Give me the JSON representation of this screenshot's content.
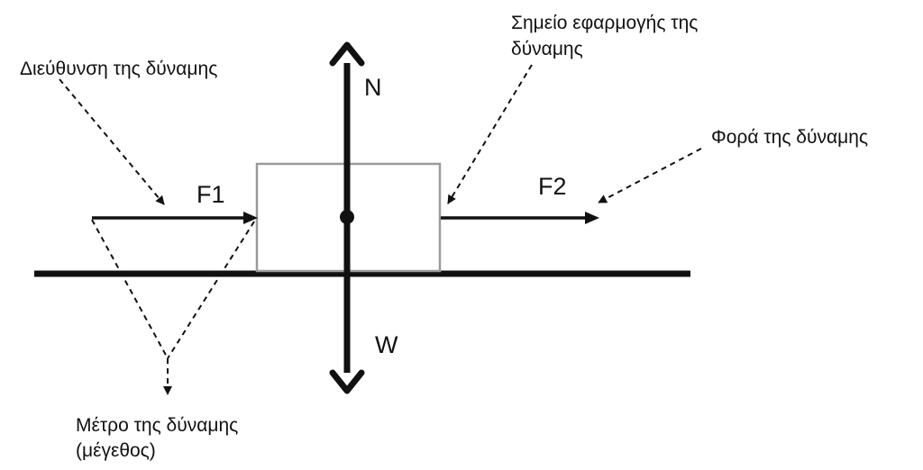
{
  "forces": {
    "f1": "F1",
    "f2": "F2",
    "n": "N",
    "w": "W"
  },
  "annotations": {
    "direction": "Διεύθυνση της δύναμης",
    "application_point_line1": "Σημείο εφαρμογής της",
    "application_point_line2": "δύναμης",
    "sense": "Φορά της δύναμης",
    "magnitude_line1": "Μέτρο της δύναμης",
    "magnitude_line2": "(μέγεθος)"
  },
  "colors": {
    "ink": "#111111",
    "box_outline": "#9a9a9a",
    "background": "#ffffff"
  }
}
